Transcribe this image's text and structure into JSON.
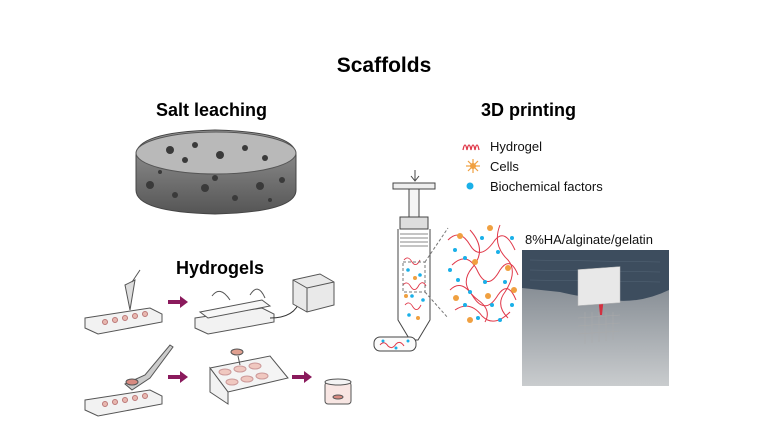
{
  "title": "Scaffolds",
  "sections": {
    "salt_leaching": "Salt leaching",
    "printing": "3D printing",
    "hydrogels": "Hydrogels"
  },
  "legend": [
    {
      "label": "Hydrogel",
      "icon": "wavy-line-icon",
      "color": "#e0394a"
    },
    {
      "label": "Cells",
      "icon": "cell-star-icon",
      "color": "#f0a040"
    },
    {
      "label": "Biochemical factors",
      "icon": "dot-icon",
      "color": "#1ab0e8"
    }
  ],
  "photo_label": "8%HA/alginate/gelatin",
  "colors": {
    "arrow": "#8a1a5c",
    "hydrogel": "#e0394a",
    "factor": "#1ab0e8",
    "cell": "#f0a040"
  }
}
